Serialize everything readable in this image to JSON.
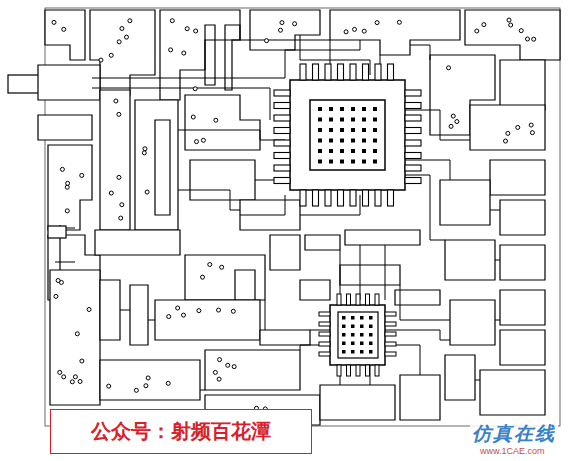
{
  "diagram": {
    "nodes": [
      {
        "text": [
          "公众号：射频百花潭"
        ]
      }
    ],
    "labels": [
      "仿真在线",
      "www.1CAE.com"
    ]
  }
}
